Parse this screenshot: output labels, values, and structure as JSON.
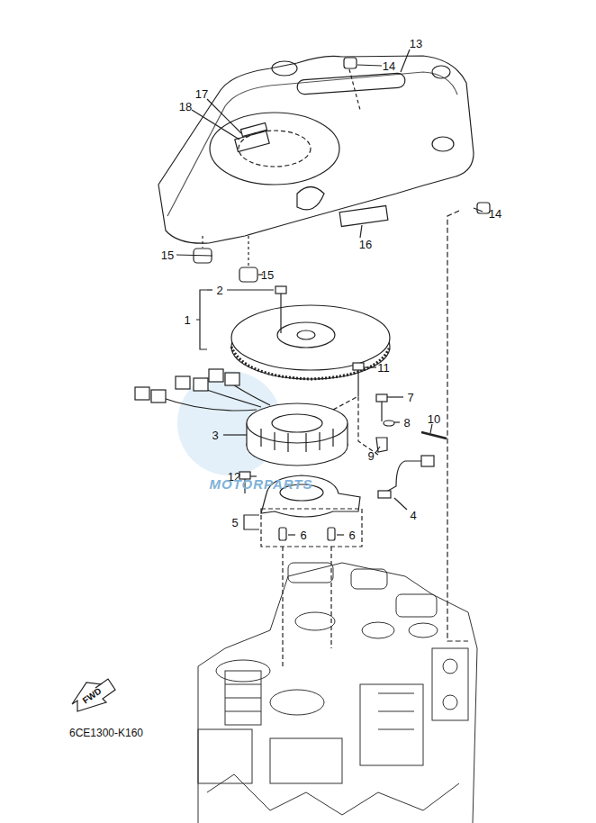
{
  "diagram": {
    "labels": [
      "14",
      "13",
      "17",
      "18",
      "14",
      "16",
      "15",
      "15",
      "2",
      "1",
      "11",
      "7",
      "8",
      "10",
      "3",
      "9",
      "12",
      "4",
      "5",
      "6",
      "6",
      "FWD",
      "6CE1300-K160",
      "MOTORPARTS"
    ]
  }
}
